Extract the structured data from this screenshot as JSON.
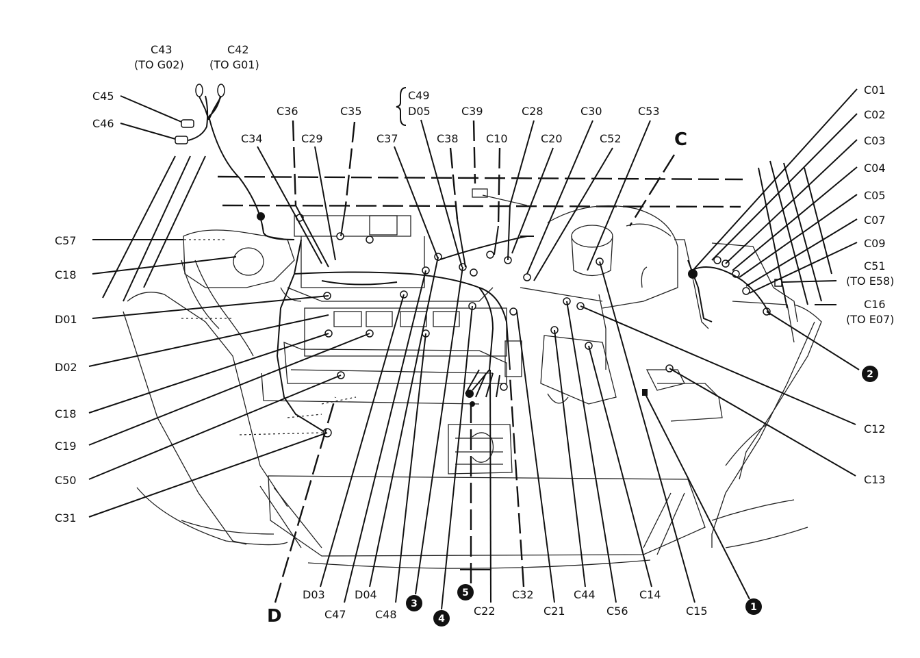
{
  "labels": [
    {
      "id": "c43",
      "text": "C43"
    },
    {
      "id": "c43sub",
      "text": "(TO G02)"
    },
    {
      "id": "c42",
      "text": "C42"
    },
    {
      "id": "c42sub",
      "text": "(TO G01)"
    },
    {
      "id": "c45",
      "text": "C45"
    },
    {
      "id": "c46",
      "text": "C46"
    },
    {
      "id": "c36",
      "text": "C36"
    },
    {
      "id": "c35",
      "text": "C35"
    },
    {
      "id": "c49",
      "text": "C49"
    },
    {
      "id": "d05",
      "text": "D05"
    },
    {
      "id": "c39",
      "text": "C39"
    },
    {
      "id": "c28",
      "text": "C28"
    },
    {
      "id": "c30",
      "text": "C30"
    },
    {
      "id": "c53",
      "text": "C53"
    },
    {
      "id": "c34",
      "text": "C34"
    },
    {
      "id": "c29",
      "text": "C29"
    },
    {
      "id": "c37",
      "text": "C37"
    },
    {
      "id": "c38",
      "text": "C38"
    },
    {
      "id": "c10",
      "text": "C10"
    },
    {
      "id": "c20",
      "text": "C20"
    },
    {
      "id": "c52",
      "text": "C52"
    },
    {
      "id": "c",
      "text": "C"
    },
    {
      "id": "c01r",
      "text": "C01"
    },
    {
      "id": "c02r",
      "text": "C02"
    },
    {
      "id": "c03r",
      "text": "C03"
    },
    {
      "id": "c04r",
      "text": "C04"
    },
    {
      "id": "c05r",
      "text": "C05"
    },
    {
      "id": "c07r",
      "text": "C07"
    },
    {
      "id": "c09r",
      "text": "C09"
    },
    {
      "id": "c51",
      "text": "C51"
    },
    {
      "id": "c51sub",
      "text": "(TO E58)"
    },
    {
      "id": "c16",
      "text": "C16"
    },
    {
      "id": "c16sub",
      "text": "(TO E07)"
    },
    {
      "id": "c12",
      "text": "C12"
    },
    {
      "id": "c13",
      "text": "C13"
    },
    {
      "id": "c57",
      "text": "C57"
    },
    {
      "id": "c18",
      "text": "C18"
    },
    {
      "id": "d01",
      "text": "D01"
    },
    {
      "id": "d02",
      "text": "D02"
    },
    {
      "id": "c18b",
      "text": "C18"
    },
    {
      "id": "c19",
      "text": "C19"
    },
    {
      "id": "c50",
      "text": "C50"
    },
    {
      "id": "c31",
      "text": "C31"
    },
    {
      "id": "d",
      "text": "D"
    },
    {
      "id": "d03",
      "text": "D03"
    },
    {
      "id": "c47",
      "text": "C47"
    },
    {
      "id": "d04",
      "text": "D04"
    },
    {
      "id": "c48",
      "text": "C48"
    },
    {
      "id": "c22",
      "text": "C22"
    },
    {
      "id": "c32",
      "text": "C32"
    },
    {
      "id": "c21",
      "text": "C21"
    },
    {
      "id": "c44",
      "text": "C44"
    },
    {
      "id": "c56",
      "text": "C56"
    },
    {
      "id": "c14",
      "text": "C14"
    },
    {
      "id": "c15",
      "text": "C15"
    }
  ],
  "badges": [
    {
      "id": "b1",
      "text": "1"
    },
    {
      "id": "b2",
      "text": "2"
    },
    {
      "id": "b3",
      "text": "3"
    },
    {
      "id": "b4",
      "text": "4"
    },
    {
      "id": "b5",
      "text": "5"
    }
  ]
}
